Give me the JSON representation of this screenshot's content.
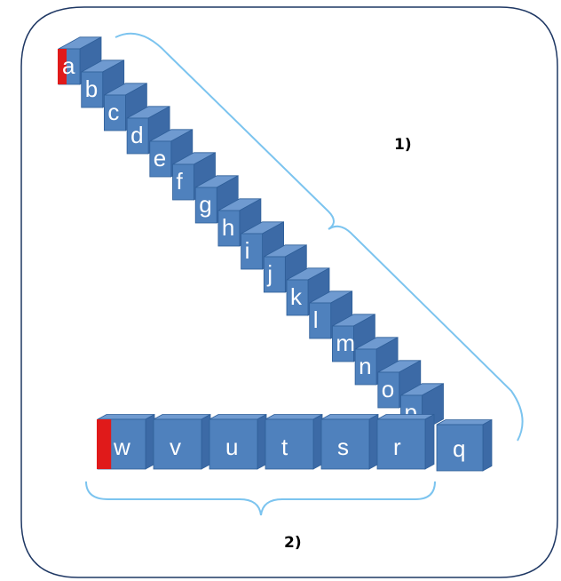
{
  "diagonal_sequence": {
    "cubes": [
      {
        "letter": "a",
        "highlight": true
      },
      {
        "letter": "b",
        "highlight": false
      },
      {
        "letter": "c",
        "highlight": false
      },
      {
        "letter": "d",
        "highlight": false
      },
      {
        "letter": "e",
        "highlight": false
      },
      {
        "letter": "f",
        "highlight": false
      },
      {
        "letter": "g",
        "highlight": false
      },
      {
        "letter": "h",
        "highlight": false
      },
      {
        "letter": "i",
        "highlight": false
      },
      {
        "letter": "j",
        "highlight": false
      },
      {
        "letter": "k",
        "highlight": false
      },
      {
        "letter": "l",
        "highlight": false
      },
      {
        "letter": "m",
        "highlight": false
      },
      {
        "letter": "n",
        "highlight": false
      },
      {
        "letter": "o",
        "highlight": false
      },
      {
        "letter": "p",
        "highlight": false
      }
    ],
    "label": "1)"
  },
  "bottom_row": {
    "cubes": [
      {
        "letter": "w",
        "highlight": true
      },
      {
        "letter": "v",
        "highlight": false
      },
      {
        "letter": "u",
        "highlight": false
      },
      {
        "letter": "t",
        "highlight": false
      },
      {
        "letter": "s",
        "highlight": false
      },
      {
        "letter": "r",
        "highlight": false
      }
    ],
    "label": "2)"
  },
  "corner_cube": {
    "letter": "q",
    "highlight": false
  },
  "colors": {
    "cube_front": "#4f81bd",
    "cube_top": "#6f9ad0",
    "cube_side": "#3c6aa6",
    "cube_edge": "#2f5f99",
    "highlight": "#e01a1a",
    "brace": "#7cc4ef",
    "frame": "#1f3864"
  }
}
